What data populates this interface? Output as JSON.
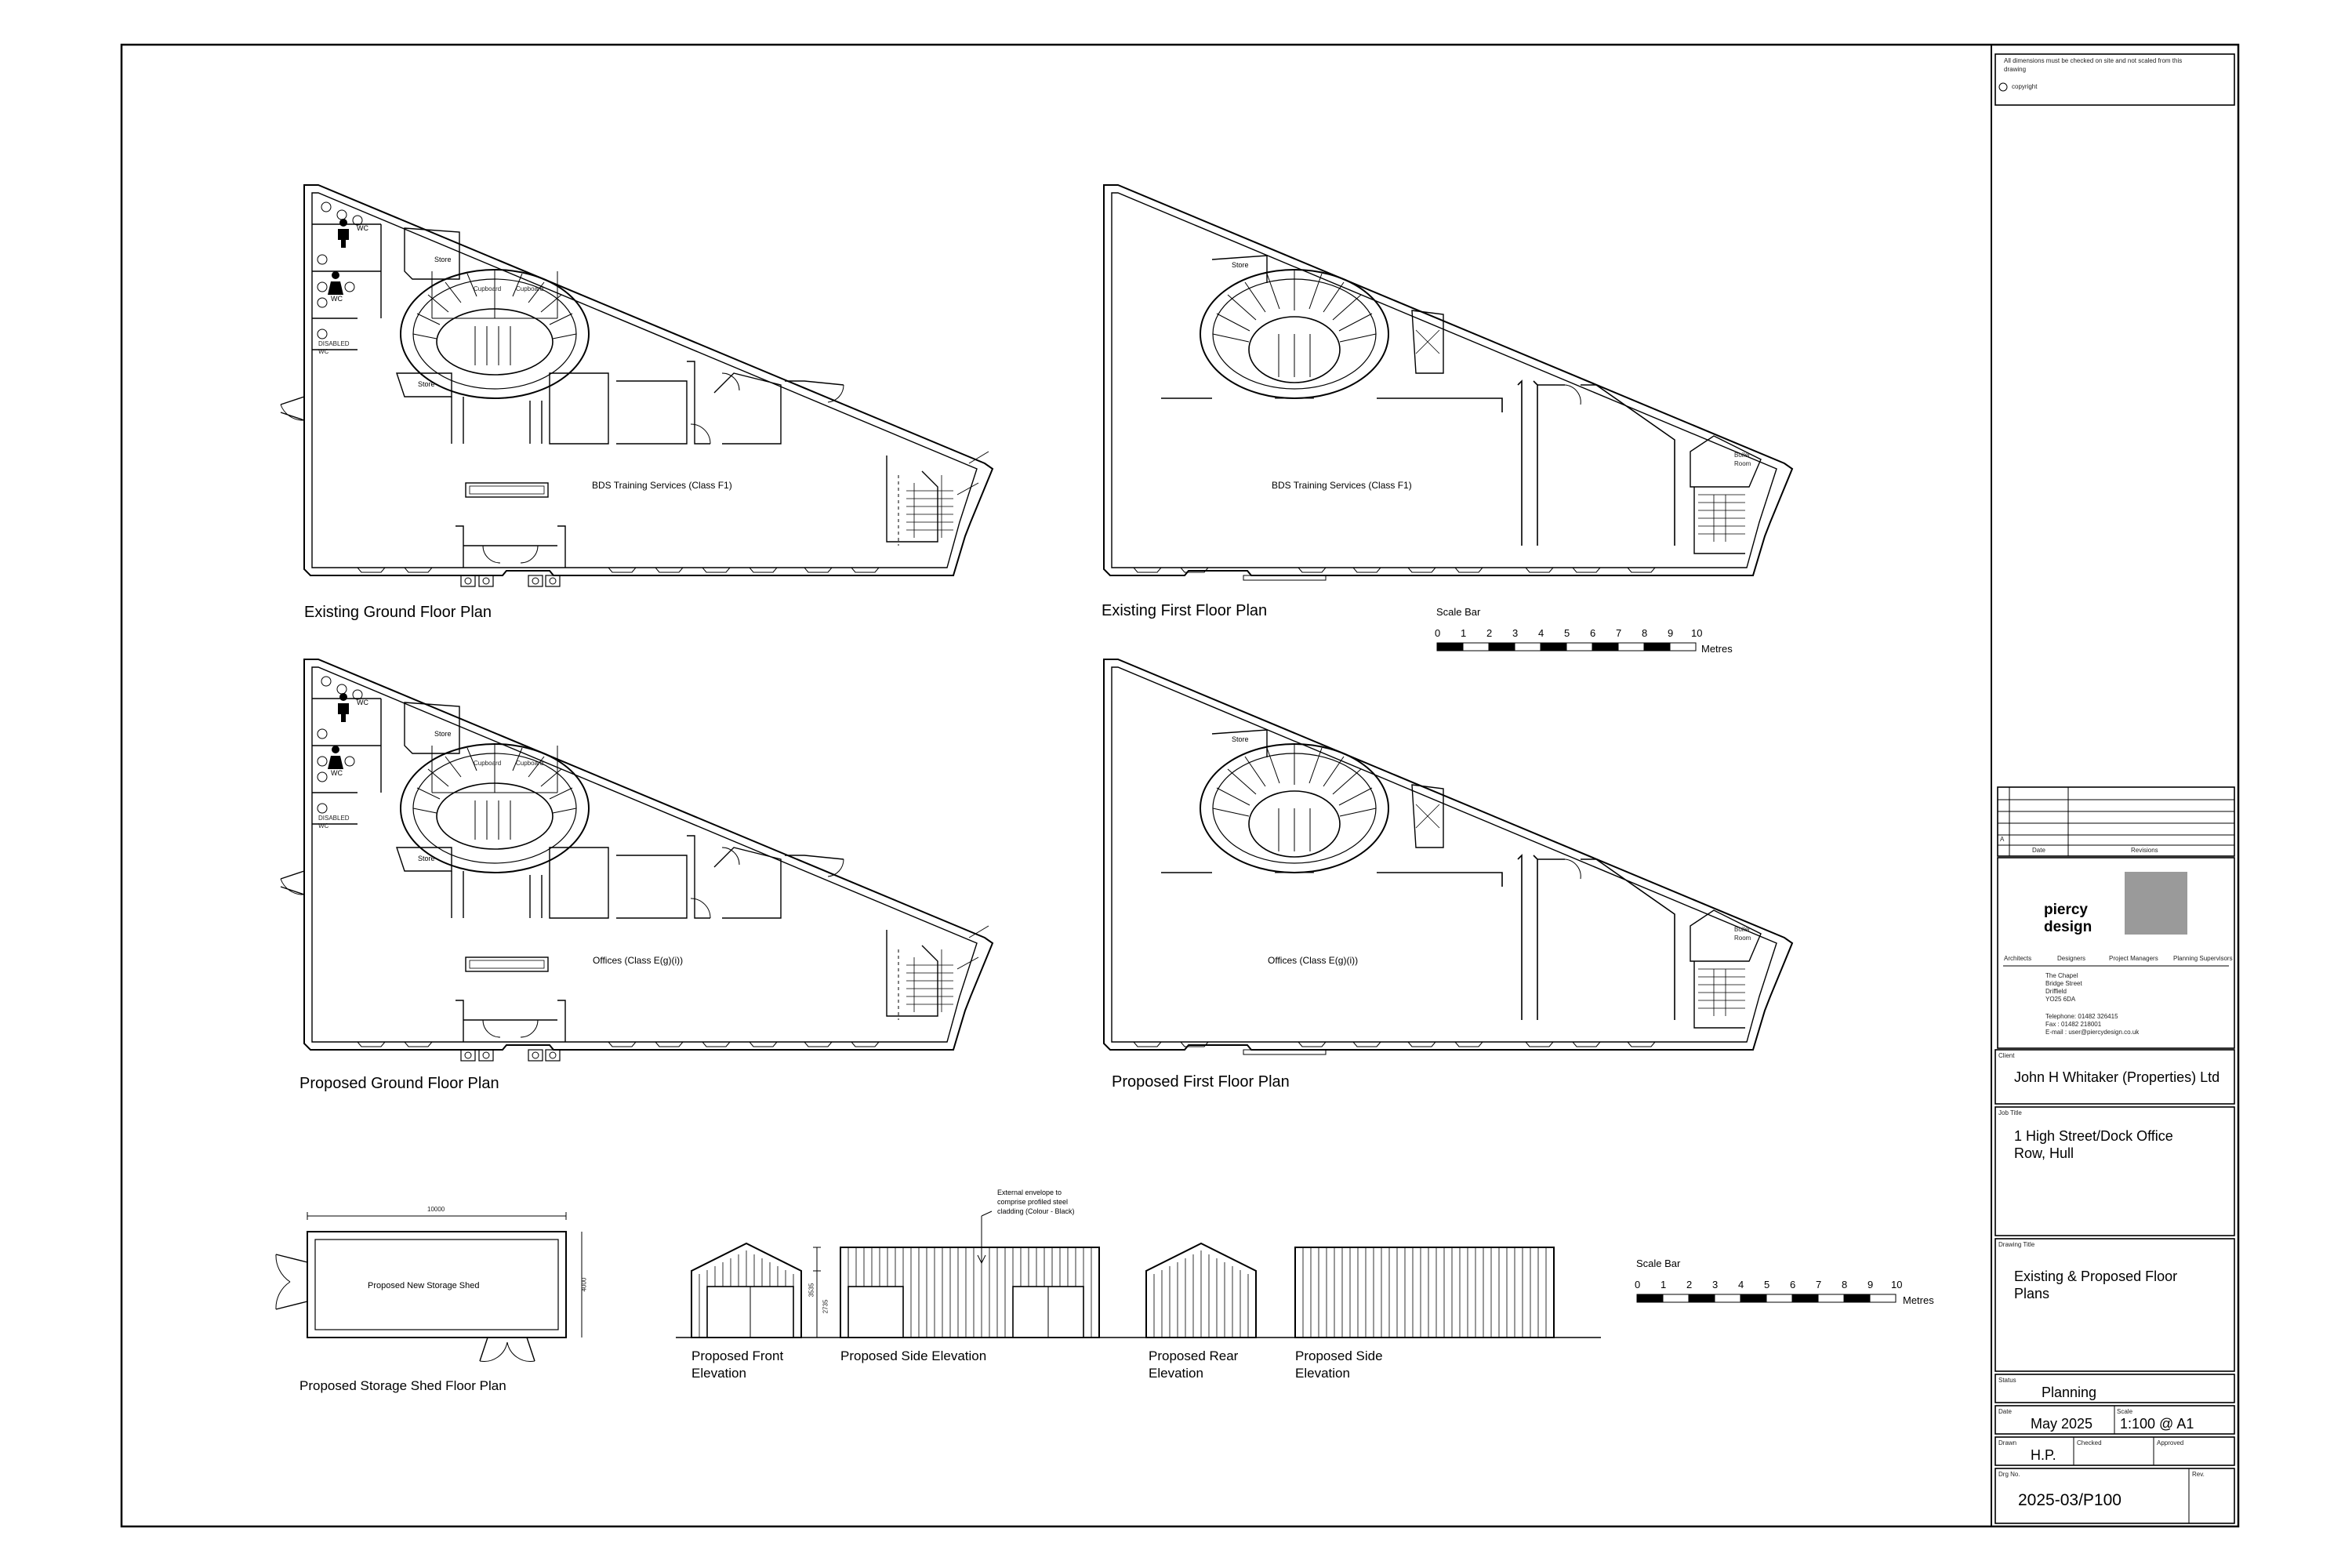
{
  "plans": {
    "existing_ground": {
      "title": "Existing Ground Floor Plan",
      "room_main": "BDS Training Services (Class F1)",
      "store_a": "Store",
      "store_b": "Store",
      "cupboard_a": "Cupboard",
      "cupboard_b": "Cupboard",
      "wc_a": "WC",
      "wc_b": "WC",
      "disabled": "DISABLED",
      "disabled_wc": "WC"
    },
    "existing_first": {
      "title": "Existing First Floor Plan",
      "room_main": "BDS Training Services (Class F1)",
      "store": "Store",
      "boiler_a": "Boiler",
      "boiler_b": "Room"
    },
    "proposed_ground": {
      "title": "Proposed Ground Floor Plan",
      "room_main": "Offices (Class E(g)(i))",
      "store_a": "Store",
      "store_b": "Store",
      "cupboard_a": "Cupboard",
      "cupboard_b": "Cupboard",
      "wc_a": "WC",
      "wc_b": "WC",
      "disabled": "DISABLED",
      "disabled_wc": "WC"
    },
    "proposed_first": {
      "title": "Proposed First Floor Plan",
      "room_main": "Offices (Class E(g)(i))",
      "store": "Store",
      "boiler_a": "Boiler",
      "boiler_b": "Room"
    },
    "shed": {
      "title": "Proposed Storage Shed Floor Plan",
      "room": "Proposed New Storage Shed",
      "dim_length": "10000",
      "dim_width": "4000"
    }
  },
  "elevations": {
    "front_a": "Proposed Front",
    "front_b": "Elevation",
    "side": "Proposed Side Elevation",
    "rear_a": "Proposed Rear",
    "rear_b": "Elevation",
    "side2_a": "Proposed Side",
    "side2_b": "Elevation",
    "note_a": "External envelope to",
    "note_b": "comprise profiled steel",
    "note_c": "cladding (Colour - Black)",
    "dim_ridge": "3535",
    "dim_eaves": "2735"
  },
  "scale_bar": {
    "label": "Scale Bar",
    "unit": "Metres",
    "ticks": [
      "0",
      "1",
      "2",
      "3",
      "4",
      "5",
      "6",
      "7",
      "8",
      "9",
      "10"
    ]
  },
  "title_block": {
    "notes_a": "All dimensions must be checked on site and not scaled from this",
    "notes_b": "drawing",
    "copyright": "copyright",
    "revisions": {
      "rev_letter": "A",
      "date_header": "Date",
      "revisions_header": "Revisions"
    },
    "company": {
      "name_a": "piercy",
      "name_b": "design",
      "services": [
        "Architects",
        "Designers",
        "Project Managers",
        "Planning Supervisors"
      ],
      "address": [
        "The Chapel",
        "Bridge Street",
        "Driffield",
        "YO25 6DA"
      ],
      "contact": [
        "Telephone:  01482 326415",
        "Fax           :  01482 218001",
        "E-mail       :  user@piercydesign.co.uk"
      ],
      "logo_color": "#9a9a9a"
    },
    "client_label": "Client",
    "client": "John H Whitaker (Properties) Ltd",
    "job_title_label": "Job Title",
    "job_title_a": "1 High Street/Dock Office",
    "job_title_b": "Row, Hull",
    "drawing_title_label": "Drawing Title",
    "drawing_title_a": "Existing & Proposed Floor",
    "drawing_title_b": "Plans",
    "status_label": "Status",
    "status": "Planning",
    "date_label": "Date",
    "date": "May 2025",
    "scale_label": "Scale",
    "scale": "1:100 @ A1",
    "drawn_label": "Drawn",
    "drawn": "H.P.",
    "checked_label": "Checked",
    "approved_label": "Approved",
    "drg_no_label": "Drg No.",
    "drg_no": "2025-03/P100",
    "rev_label": "Rev."
  }
}
